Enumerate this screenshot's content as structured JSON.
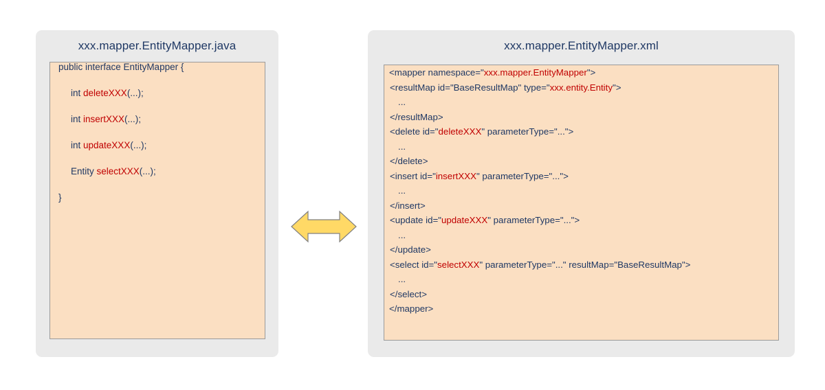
{
  "colors": {
    "panel_bg": "#eaeaea",
    "code_bg": "#fbdfc2",
    "code_border": "#9a9a9a",
    "text_navy": "#1f3864",
    "text_red": "#c00000",
    "arrow_fill": "#ffd966",
    "arrow_stroke": "#808080",
    "page_bg": "#ffffff"
  },
  "left_panel": {
    "title": "xxx.mapper.EntityMapper.java",
    "code_lines": [
      {
        "type": "line",
        "segments": [
          {
            "text": "public interface EntityMapper {",
            "color": "navy"
          }
        ]
      },
      {
        "type": "spacer"
      },
      {
        "type": "line",
        "indent": "j1",
        "segments": [
          {
            "text": "int ",
            "color": "navy"
          },
          {
            "text": "deleteXXX",
            "color": "red"
          },
          {
            "text": "(...);",
            "color": "navy"
          }
        ]
      },
      {
        "type": "spacer"
      },
      {
        "type": "line",
        "indent": "j1",
        "segments": [
          {
            "text": "int ",
            "color": "navy"
          },
          {
            "text": "insertXXX",
            "color": "red"
          },
          {
            "text": "(...);",
            "color": "navy"
          }
        ]
      },
      {
        "type": "spacer"
      },
      {
        "type": "line",
        "indent": "j1",
        "segments": [
          {
            "text": "int ",
            "color": "navy"
          },
          {
            "text": "updateXXX",
            "color": "red"
          },
          {
            "text": "(...);",
            "color": "navy"
          }
        ]
      },
      {
        "type": "spacer"
      },
      {
        "type": "line",
        "indent": "j1",
        "segments": [
          {
            "text": "Entity ",
            "color": "navy"
          },
          {
            "text": "selectXXX",
            "color": "red"
          },
          {
            "text": "(...);",
            "color": "navy"
          }
        ]
      },
      {
        "type": "spacer"
      },
      {
        "type": "line",
        "segments": [
          {
            "text": "}",
            "color": "navy"
          }
        ]
      }
    ]
  },
  "right_panel": {
    "title": "xxx.mapper.EntityMapper.xml",
    "code_lines": [
      {
        "segments": [
          {
            "text": "<mapper namespace=\"",
            "color": "navy"
          },
          {
            "text": "xxx.mapper.EntityMapper",
            "color": "red"
          },
          {
            "text": "\">",
            "color": "navy"
          }
        ]
      },
      {
        "indent": "1",
        "segments": [
          {
            "text": "<resultMap id=\"BaseResultMap\" type=\"",
            "color": "navy"
          },
          {
            "text": "xxx.entity.Entity",
            "color": "red"
          },
          {
            "text": "\">",
            "color": "navy"
          }
        ]
      },
      {
        "indent": "2",
        "segments": [
          {
            "text": "...",
            "color": "navy"
          }
        ]
      },
      {
        "indent": "1",
        "segments": [
          {
            "text": "</resultMap>",
            "color": "navy"
          }
        ]
      },
      {
        "indent": "1",
        "segments": [
          {
            "text": "<delete id=\"",
            "color": "navy"
          },
          {
            "text": "deleteXXX",
            "color": "red"
          },
          {
            "text": "\" parameterType=\"...\">",
            "color": "navy"
          }
        ]
      },
      {
        "indent": "2",
        "segments": [
          {
            "text": "...",
            "color": "navy"
          }
        ]
      },
      {
        "indent": "1",
        "segments": [
          {
            "text": "</delete>",
            "color": "navy"
          }
        ]
      },
      {
        "indent": "1",
        "segments": [
          {
            "text": "<insert id=\"",
            "color": "navy"
          },
          {
            "text": "insertXXX",
            "color": "red"
          },
          {
            "text": "\" parameterType=\"...\">",
            "color": "navy"
          }
        ]
      },
      {
        "indent": "2",
        "segments": [
          {
            "text": "...",
            "color": "navy"
          }
        ]
      },
      {
        "indent": "1",
        "segments": [
          {
            "text": "</insert>",
            "color": "navy"
          }
        ]
      },
      {
        "indent": "1",
        "segments": [
          {
            "text": "<update id=\"",
            "color": "navy"
          },
          {
            "text": "updateXXX",
            "color": "red"
          },
          {
            "text": "\" parameterType=\"...\">",
            "color": "navy"
          }
        ]
      },
      {
        "indent": "2",
        "segments": [
          {
            "text": "...",
            "color": "navy"
          }
        ]
      },
      {
        "indent": "1",
        "segments": [
          {
            "text": "</update>",
            "color": "navy"
          }
        ]
      },
      {
        "indent": "1",
        "segments": [
          {
            "text": "<select id=\"",
            "color": "navy"
          },
          {
            "text": "selectXXX",
            "color": "red"
          },
          {
            "text": "\" parameterType=\"...\" resultMap=\"BaseResultMap\">",
            "color": "navy"
          }
        ]
      },
      {
        "indent": "2",
        "segments": [
          {
            "text": "...",
            "color": "navy"
          }
        ]
      },
      {
        "indent": "1",
        "segments": [
          {
            "text": "</select>",
            "color": "navy"
          }
        ]
      },
      {
        "segments": [
          {
            "text": "</mapper>",
            "color": "navy"
          }
        ]
      }
    ]
  },
  "arrow": {
    "name": "bidirectional-arrow",
    "direction": "both"
  }
}
